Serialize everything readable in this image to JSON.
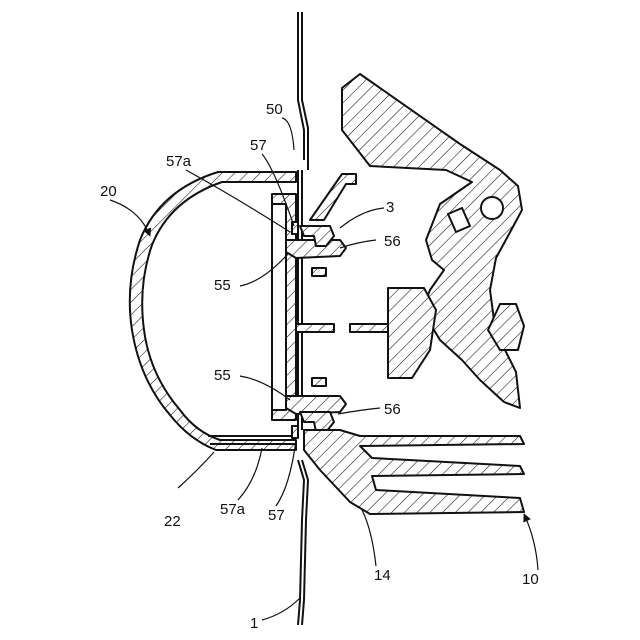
{
  "labels": {
    "l50": "50",
    "l57_top": "57",
    "l57a_top": "57a",
    "l20": "20",
    "l3": "3",
    "l56_top": "56",
    "l55_top": "55",
    "l55_bottom": "55",
    "l56_bottom": "56",
    "l22": "22",
    "l57a_bottom": "57a",
    "l57_bottom": "57",
    "l14": "14",
    "l10": "10",
    "l1": "1"
  },
  "colors": {
    "line": "#111111",
    "background": "#ffffff"
  }
}
